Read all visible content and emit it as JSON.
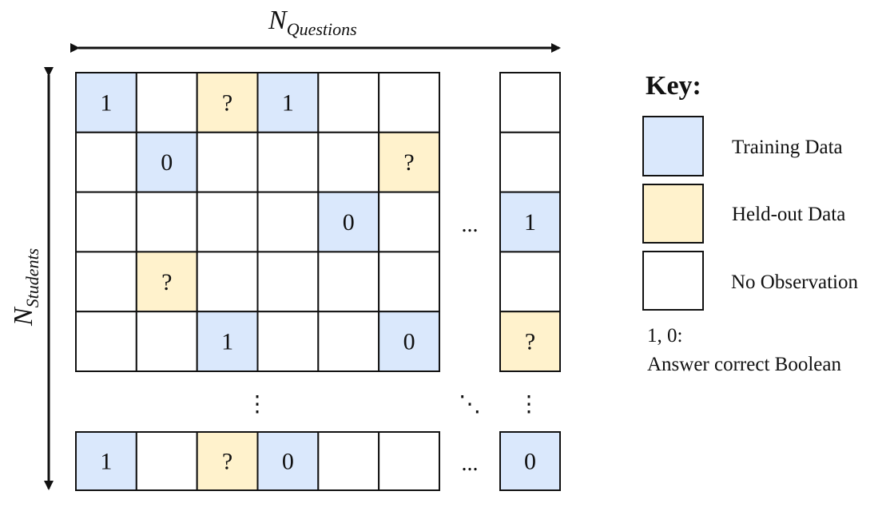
{
  "axes": {
    "x_label_main": "N",
    "x_label_sub": "Questions",
    "y_label_main": "N",
    "y_label_sub": "Students"
  },
  "legend": {
    "title": "Key:",
    "items": [
      {
        "type": "train",
        "label": "Training Data"
      },
      {
        "type": "heldout",
        "label": "Held-out Data"
      },
      {
        "type": "empty",
        "label": "No Observation"
      }
    ],
    "note_line1": "1, 0:",
    "note_line2": "Answer correct Boolean"
  },
  "colors": {
    "train": "#dae8fc",
    "heldout": "#fff2cc",
    "empty": "#ffffff",
    "border": "#111111"
  },
  "ellipsis": {
    "horizontal": "...",
    "vertical": "⋮",
    "diagonal": "⋱"
  },
  "matrix": {
    "rows": [
      [
        {
          "t": "train",
          "v": "1"
        },
        {
          "t": "empty",
          "v": ""
        },
        {
          "t": "heldout",
          "v": "?"
        },
        {
          "t": "train",
          "v": "1"
        },
        {
          "t": "empty",
          "v": ""
        },
        {
          "t": "empty",
          "v": ""
        }
      ],
      [
        {
          "t": "empty",
          "v": ""
        },
        {
          "t": "train",
          "v": "0"
        },
        {
          "t": "empty",
          "v": ""
        },
        {
          "t": "empty",
          "v": ""
        },
        {
          "t": "empty",
          "v": ""
        },
        {
          "t": "heldout",
          "v": "?"
        }
      ],
      [
        {
          "t": "empty",
          "v": ""
        },
        {
          "t": "empty",
          "v": ""
        },
        {
          "t": "empty",
          "v": ""
        },
        {
          "t": "empty",
          "v": ""
        },
        {
          "t": "train",
          "v": "0"
        },
        {
          "t": "empty",
          "v": ""
        }
      ],
      [
        {
          "t": "empty",
          "v": ""
        },
        {
          "t": "heldout",
          "v": "?"
        },
        {
          "t": "empty",
          "v": ""
        },
        {
          "t": "empty",
          "v": ""
        },
        {
          "t": "empty",
          "v": ""
        },
        {
          "t": "empty",
          "v": ""
        }
      ],
      [
        {
          "t": "empty",
          "v": ""
        },
        {
          "t": "empty",
          "v": ""
        },
        {
          "t": "train",
          "v": "1"
        },
        {
          "t": "empty",
          "v": ""
        },
        {
          "t": "empty",
          "v": ""
        },
        {
          "t": "train",
          "v": "0"
        }
      ]
    ],
    "last_col": [
      {
        "t": "empty",
        "v": ""
      },
      {
        "t": "empty",
        "v": ""
      },
      {
        "t": "train",
        "v": "1"
      },
      {
        "t": "empty",
        "v": ""
      },
      {
        "t": "heldout",
        "v": "?"
      }
    ],
    "bottom_row": [
      {
        "t": "train",
        "v": "1"
      },
      {
        "t": "empty",
        "v": ""
      },
      {
        "t": "heldout",
        "v": "?"
      },
      {
        "t": "train",
        "v": "0"
      },
      {
        "t": "empty",
        "v": ""
      },
      {
        "t": "empty",
        "v": ""
      }
    ],
    "bottom_last": {
      "t": "train",
      "v": "0"
    }
  }
}
